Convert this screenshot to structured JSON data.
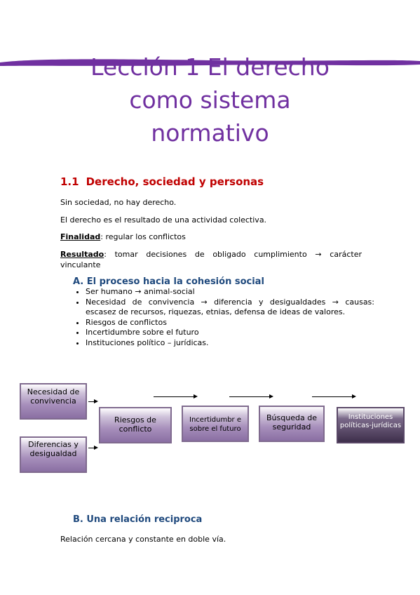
{
  "title": {
    "line1": "Lección 1 El derecho",
    "line2": "como sistema",
    "line3": "normativo"
  },
  "section1": {
    "number": "1.1",
    "heading": "Derecho, sociedad y personas",
    "p1": "Sin sociedad, no hay derecho.",
    "p2": "El derecho es el resultado de una actividad colectiva.",
    "finalidad_label": "Finalidad",
    "finalidad_text": ": regular los conflictos",
    "resultado_label": "Resultado",
    "resultado_text": ": tomar decisiones de obligado cumplimiento → carácter",
    "resultado_text2": "vinculante"
  },
  "sectionA": {
    "heading": "A. El proceso hacia la cohesión social",
    "bullets": [
      "Ser humano → animal-social",
      "Necesidad de convivencia → diferencia y desigualdades → causas:",
      "escasez de recursos, riquezas, etnias, defensa de ideas de valores.",
      "Riesgos de conflictos",
      "Incertidumbre sobre el futuro",
      "Instituciones político – jurídicas."
    ]
  },
  "diagram": {
    "box1": "Necesidad de convivencia",
    "box2": "Diferencias y desigualdad",
    "box3": "Riesgos de conflicto",
    "box4": "Incertidumbr e sobre el futuro",
    "box5": "Búsqueda de seguridad",
    "box6": "Instituciones políticas-jurídicas"
  },
  "sectionB": {
    "heading": "B. Una relación reciproca",
    "p1": "Relación cercana y constante en doble vía."
  },
  "colors": {
    "title": "#7030a0",
    "h1": "#c00000",
    "h2": "#1f497d",
    "box": "#8a6fa3",
    "box_dark": "#3e2f4b"
  }
}
